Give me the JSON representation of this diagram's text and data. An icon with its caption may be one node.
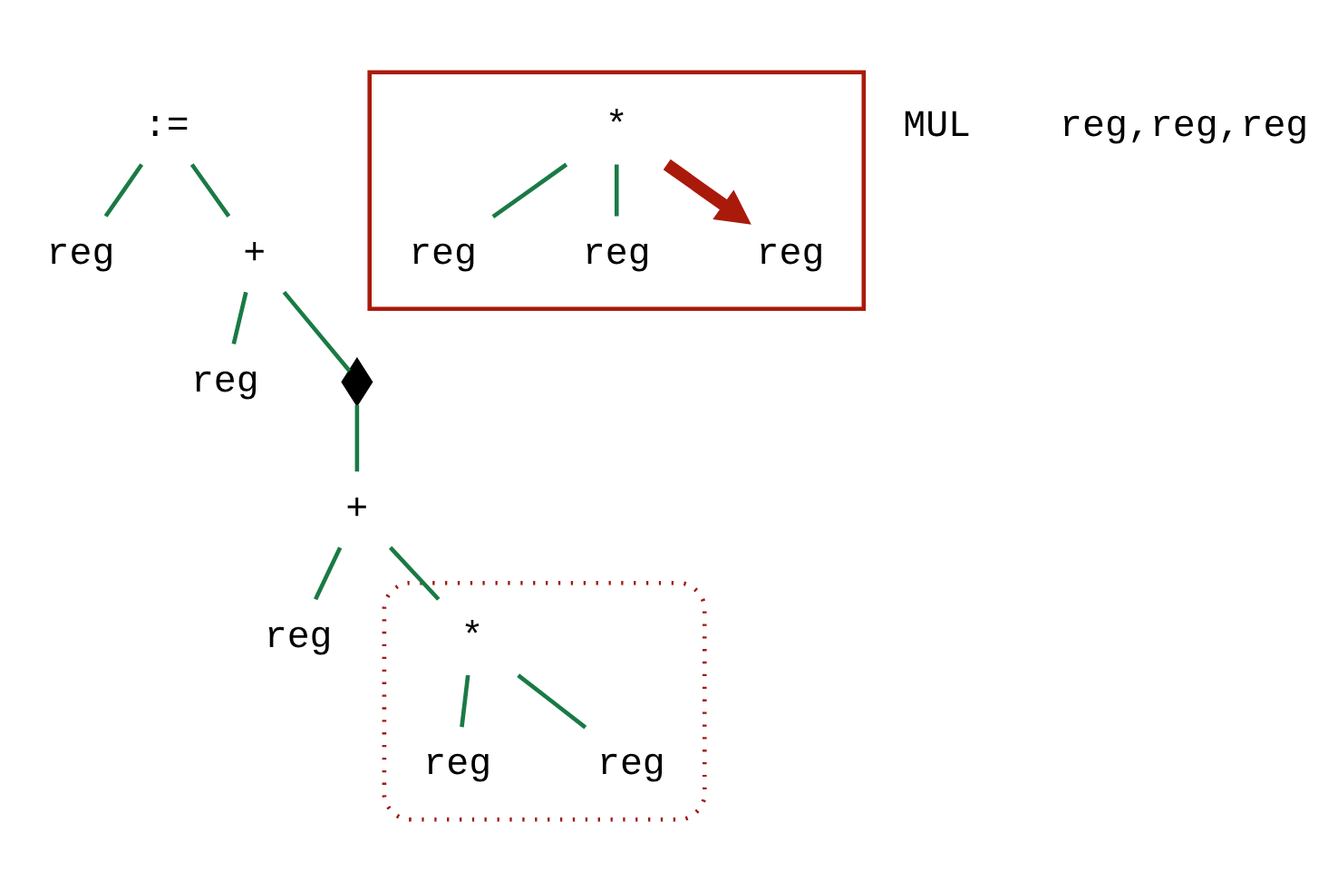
{
  "diagram": {
    "nodes": [
      {
        "text": [
          ":="
        ]
      },
      {
        "text": [
          "reg"
        ]
      },
      {
        "text": [
          "+"
        ]
      },
      {
        "text": [
          "reg"
        ]
      },
      {
        "text": [],
        "shape": "diamond"
      },
      {
        "text": [
          "+"
        ]
      },
      {
        "text": [
          "reg"
        ]
      },
      {
        "text": [],
        "shape": "polygon"
      },
      {
        "text": [
          "*"
        ],
        "in": 7
      },
      {
        "text": [
          "reg"
        ],
        "in": 7
      },
      {
        "text": [
          "reg"
        ],
        "in": 7
      },
      {
        "text": [],
        "shape": "box"
      },
      {
        "text": [
          "*"
        ],
        "in": 11
      },
      {
        "text": [
          "reg"
        ],
        "in": 11
      },
      {
        "text": [
          "reg"
        ],
        "in": 11
      },
      {
        "text": [
          "reg"
        ],
        "in": 11
      }
    ],
    "edges": [
      {
        "from": 0,
        "to": 1,
        "arrow": "none"
      },
      {
        "from": 0,
        "to": 2,
        "arrow": "none"
      },
      {
        "from": 2,
        "to": 3,
        "arrow": "none"
      },
      {
        "from": 2,
        "to": 4,
        "arrow": "none"
      },
      {
        "from": 4,
        "to": 5,
        "arrow": "none"
      },
      {
        "from": 5,
        "to": 6,
        "arrow": "none"
      },
      {
        "from": 5,
        "to": 8,
        "arrow": "none"
      },
      {
        "from": 8,
        "to": 9,
        "arrow": "none"
      },
      {
        "from": 8,
        "to": 10,
        "arrow": "none"
      },
      {
        "from": 12,
        "to": 13,
        "arrow": "none"
      },
      {
        "from": 12,
        "to": 14,
        "arrow": "none"
      },
      {
        "from": 12,
        "to": 15,
        "arrow": "to",
        "style": "thick",
        "color": "#aa1a0a"
      }
    ],
    "labels": [
      "MUL",
      "reg,reg,reg"
    ]
  }
}
